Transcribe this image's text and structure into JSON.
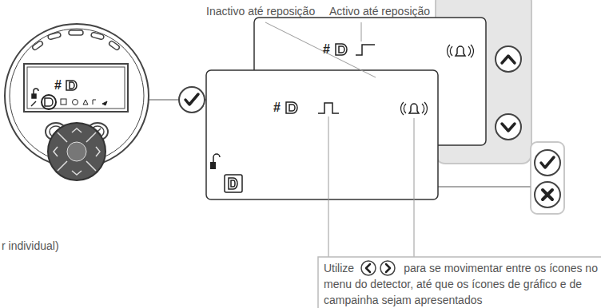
{
  "diagram": {
    "nodes": [
      {
        "text": [
          "Utilize",
          "para se movimentar entre os ícones no menu do detector, até que os ícones de gráfico e de campainha sejam apresentados"
        ]
      }
    ],
    "labels": [
      "Inactivo até reposição",
      "Activo até reposição",
      "r individual)",
      "#",
      "#",
      "#"
    ]
  }
}
